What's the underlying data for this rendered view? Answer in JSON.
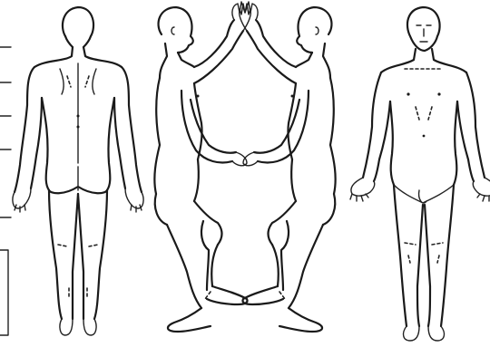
{
  "figure": {
    "views": [
      {
        "id": "posterior",
        "icon": "body-back-view-icon"
      },
      {
        "id": "left-lateral",
        "icon": "body-side-view-left-icon"
      },
      {
        "id": "right-lateral",
        "icon": "body-side-view-right-icon"
      },
      {
        "id": "anterior",
        "icon": "body-front-view-icon"
      }
    ],
    "ink_color": "#1a1a1a",
    "background": "#ffffff"
  }
}
